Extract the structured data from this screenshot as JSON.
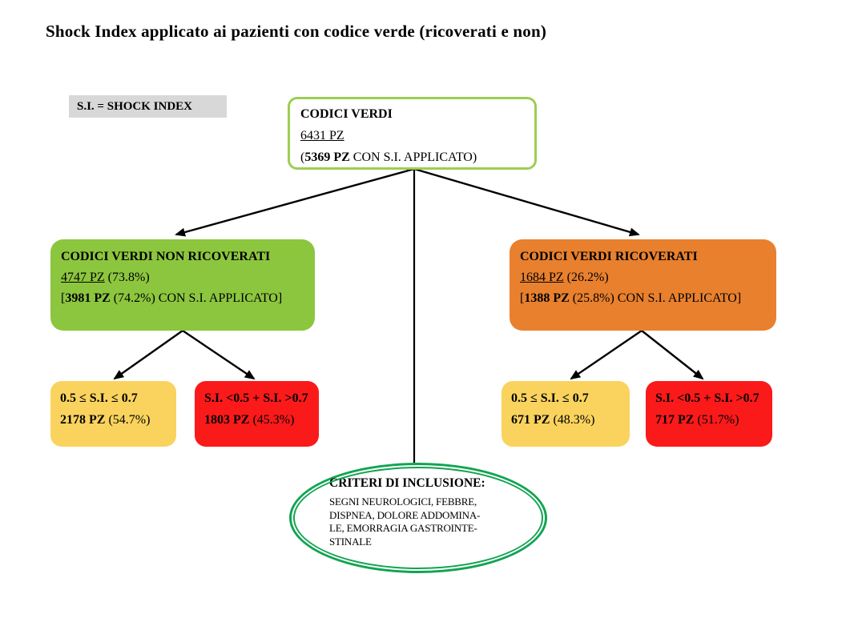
{
  "page_title": "Shock Index applicato ai pazienti con codice verde (ricoverati e non)",
  "legend": {
    "label": "S.I. = SHOCK INDEX"
  },
  "root": {
    "title": "CODICI VERDI",
    "count": "6431 PZ",
    "applied_pre": "(",
    "applied_bold": "5369 PZ",
    "applied_rest": " CON S.I. APPLICATO)"
  },
  "non_ricoverati": {
    "title": "CODICI VERDI NON RICOVERATI",
    "count": "4747 PZ",
    "count_pct": " (73.8%)",
    "applied_pre": "[",
    "applied_bold": "3981 PZ",
    "applied_rest": " (74.2%) CON S.I. APPLICATO]"
  },
  "ricoverati": {
    "title": "CODICI VERDI RICOVERATI",
    "count": "1684 PZ",
    "count_pct": " (26.2%)",
    "applied_pre": "[",
    "applied_bold": "1388 PZ",
    "applied_rest": " (25.8%) CON S.I. APPLICATO]"
  },
  "leaves": {
    "nr_in_range": {
      "range": "0.5 ≤ S.I. ≤  0.7",
      "count": "2178 PZ",
      "pct": " (54.7%)"
    },
    "nr_out_range": {
      "range": "S.I. <0.5 + S.I. >0.7",
      "count": "1803 PZ",
      "pct": " (45.3%)"
    },
    "ric_in_range": {
      "range": "0.5 ≤ S.I. ≤ 0.7",
      "count": "671 PZ",
      "pct": " (48.3%)"
    },
    "ric_out_range": {
      "range": "S.I. <0.5 + S.I. >0.7",
      "count": "717 PZ",
      "pct": " (51.7%)"
    }
  },
  "inclusion": {
    "title": "CRITERI DI INCLUSIONE:",
    "body": "SEGNI NEUROLOGICI, FEBBRE,\nDISPNEA,  DOLORE ADDOMINA-\nLE,  EMORRAGIA GASTROINTE-\nSTINALE"
  },
  "colors": {
    "root_border": "#9CCE53",
    "green_fill": "#8CC63E",
    "orange_fill": "#E8802E",
    "yellow_fill": "#FAD35E",
    "red_fill": "#FA1A1A",
    "ellipse_border": "#12A452",
    "legend_bg": "#D8D8D8",
    "connector": "#000000"
  }
}
